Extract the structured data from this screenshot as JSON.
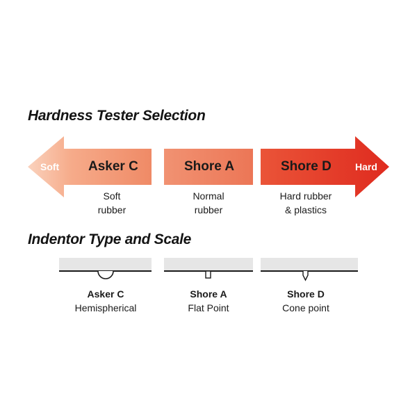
{
  "section_hardness": {
    "title": "Hardness Tester Selection",
    "scale_left": "Soft",
    "scale_right": "Hard",
    "segments": [
      {
        "name": "Asker C",
        "desc_line1": "Soft",
        "desc_line2": "rubber"
      },
      {
        "name": "Shore A",
        "desc_line1": "Normal",
        "desc_line2": "rubber"
      },
      {
        "name": "Shore D",
        "desc_line1": "Hard rubber",
        "desc_line2": "& plastics"
      }
    ]
  },
  "section_indentor": {
    "title": "Indentor Type and Scale",
    "indentors": [
      {
        "name": "Asker C",
        "type": "Hemispherical",
        "shape": "hemisphere-icon"
      },
      {
        "name": "Shore A",
        "type": "Flat Point",
        "shape": "flat-point-icon"
      },
      {
        "name": "Shore D",
        "type": "Cone point",
        "shape": "cone-point-icon"
      }
    ]
  },
  "colors": {
    "soft_light": "#f9c4a8",
    "soft_mid": "#f08f6a",
    "shore_a": "#ef8060",
    "shore_d": "#e8452e",
    "hard": "#e02c20",
    "surface": "#e6e6e6"
  }
}
